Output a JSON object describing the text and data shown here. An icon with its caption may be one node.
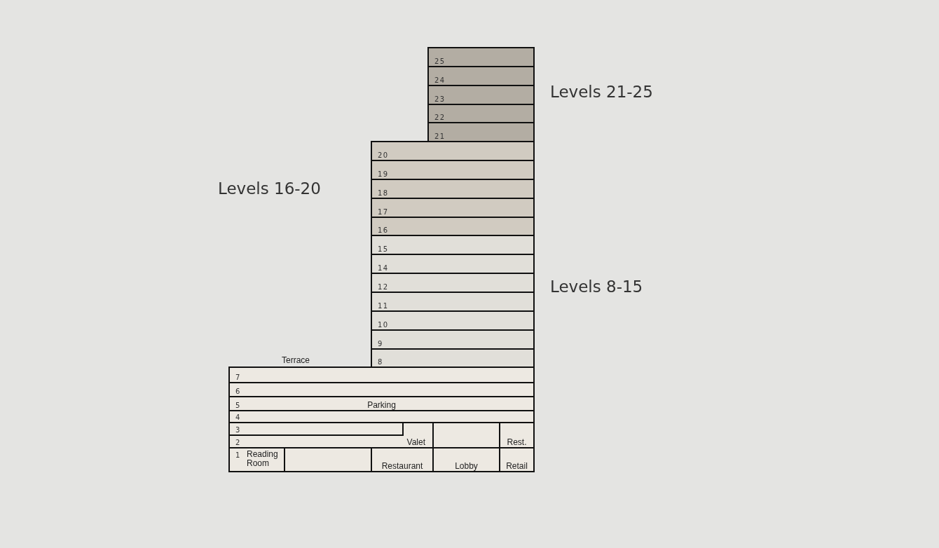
{
  "diagram": {
    "nodes": [
      {
        "text": [
          "25"
        ]
      },
      {
        "text": [
          "24"
        ]
      },
      {
        "text": [
          "23"
        ]
      },
      {
        "text": [
          "22"
        ]
      },
      {
        "text": [
          "21"
        ]
      },
      {
        "text": [
          "20"
        ]
      },
      {
        "text": [
          "19"
        ]
      },
      {
        "text": [
          "18"
        ]
      },
      {
        "text": [
          "17"
        ]
      },
      {
        "text": [
          "16"
        ]
      },
      {
        "text": [
          "15"
        ]
      },
      {
        "text": [
          "14"
        ]
      },
      {
        "text": [
          "12"
        ]
      },
      {
        "text": [
          "11"
        ]
      },
      {
        "text": [
          "10"
        ]
      },
      {
        "text": [
          "9"
        ]
      },
      {
        "text": [
          "8"
        ]
      },
      {
        "text": [
          "7"
        ]
      },
      {
        "text": [
          "6"
        ]
      },
      {
        "text": [
          "5",
          "Parking"
        ]
      },
      {
        "text": [
          "4"
        ]
      },
      {
        "text": [
          "2",
          "Valet"
        ]
      },
      {
        "text": [
          "3"
        ],
        "in": 21
      },
      {
        "text": [],
        "shape": "box"
      },
      {
        "text": [
          "Rest."
        ]
      },
      {
        "text": [
          "1",
          "Reading Room"
        ]
      },
      {
        "text": [],
        "shape": "box"
      },
      {
        "text": [
          "Restaurant"
        ]
      },
      {
        "text": [
          "Lobby"
        ]
      },
      {
        "text": [
          "Retail"
        ]
      }
    ],
    "labels": [
      "Levels 21-25",
      "Levels 16-20",
      "Levels 8-15",
      "Terrace"
    ]
  }
}
